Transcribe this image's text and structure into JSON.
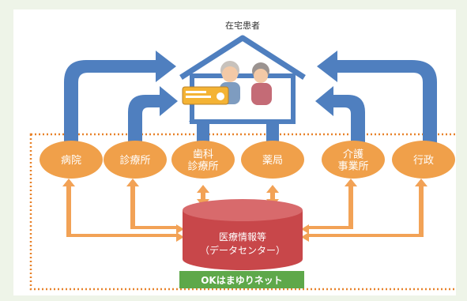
{
  "diagram": {
    "patient_home_label": "在宅患者",
    "nodes": [
      {
        "id": "hospital",
        "lines": [
          "病院"
        ]
      },
      {
        "id": "clinic",
        "lines": [
          "診療所"
        ]
      },
      {
        "id": "dental-clinic",
        "lines": [
          "歯科",
          "診療所"
        ]
      },
      {
        "id": "pharmacy",
        "lines": [
          "薬局"
        ]
      },
      {
        "id": "care-office",
        "lines": [
          "介護",
          "事業所"
        ]
      },
      {
        "id": "government",
        "lines": [
          "行政"
        ]
      }
    ],
    "database": {
      "line1": "医療情報等",
      "line2": "（データセンター）"
    },
    "network_name": "OKはまゆりネット"
  },
  "colors": {
    "node": "#f0a04a",
    "arrow_blue": "#4f7fbf",
    "arrow_orange": "#f2a256",
    "database": "#c8474a",
    "network_band": "#5ea84a",
    "dotted_border": "#e8822a",
    "house_outline": "#4f7fbf"
  },
  "icons": {
    "house": "house-icon",
    "elderly_couple": "elderly-couple-illustration"
  }
}
